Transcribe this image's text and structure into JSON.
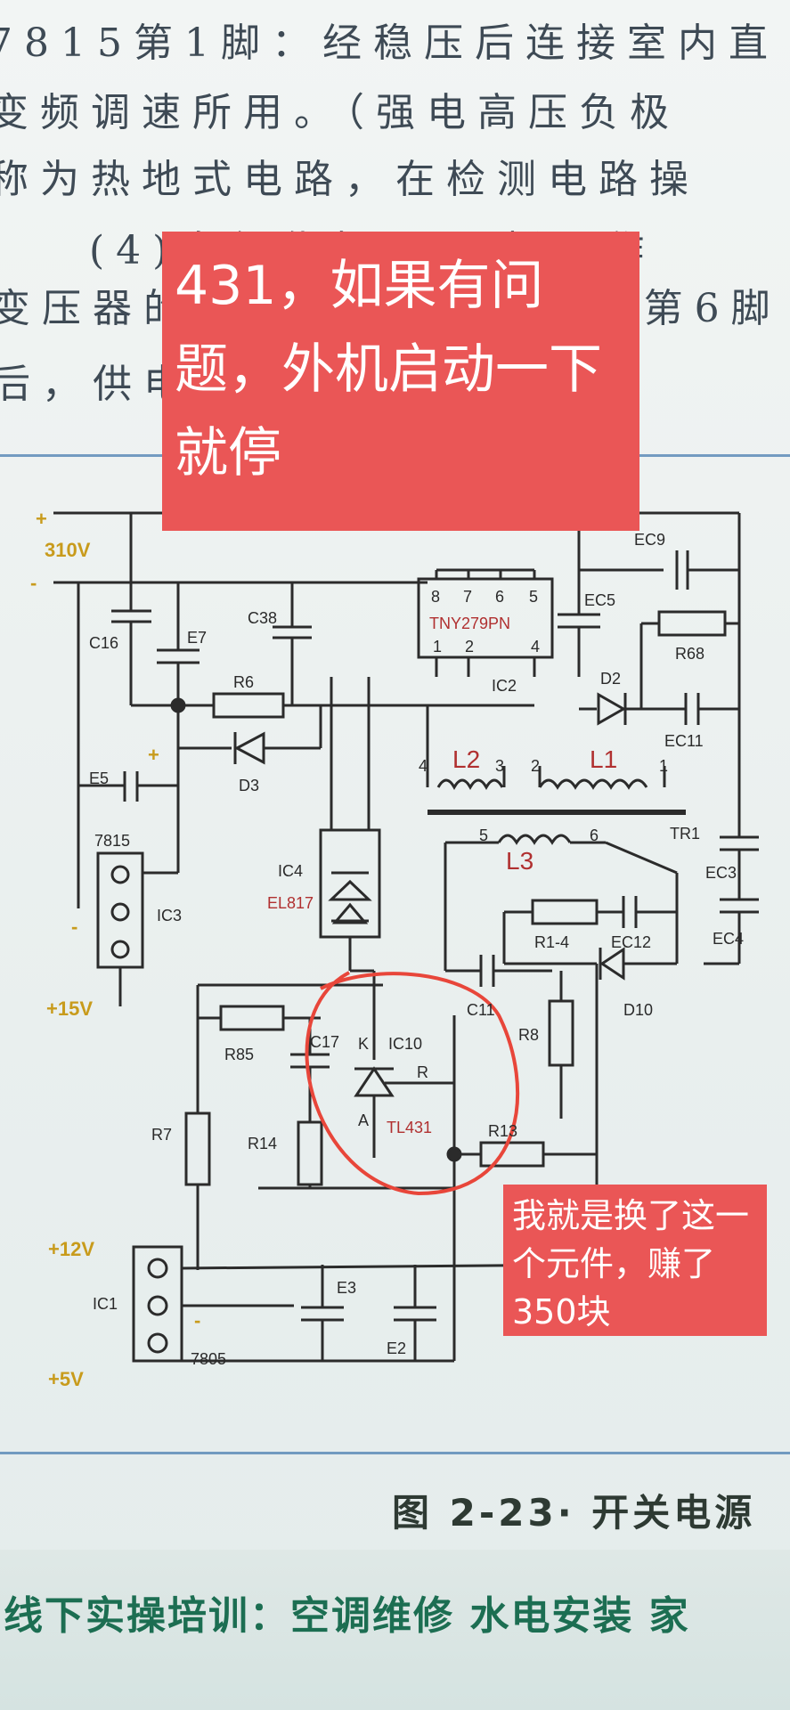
{
  "book_text": {
    "line1": "7815第1脚：经稳压后连接室内直",
    "line2": "变频调速所用。（强电高压负极",
    "line3": "称为热地式电路，在检测电路操",
    "line4": "(4)次级优如T?是板工作",
    "line5": "变压器的4/3脚和4/6脚。由第6脚",
    "line6": "后，供电中的启动器、"
  },
  "annotation_top": {
    "text": "431，如果有问题，外机启动一下就停",
    "color": "#ea5656"
  },
  "annotation_bottom": {
    "text": "我就是换了这一个元件，赚了350块",
    "color": "#ea5656"
  },
  "circuit": {
    "labels": {
      "plus": "+",
      "v310": "310V",
      "minus": "-",
      "c16": "C16",
      "e7": "E7",
      "c38": "C38",
      "r6": "R6",
      "e5": "E5",
      "d3": "D3",
      "ic7815": "7815",
      "ic3": "IC3",
      "v15": "+15V",
      "tny": "TNY279PN",
      "ic2": "IC2",
      "pin8": "8",
      "pin7": "7",
      "pin6": "6",
      "pin5": "5",
      "pin1": "1",
      "pin2": "2",
      "pin4": "4",
      "ec5": "EC5",
      "ec9": "EC9",
      "r68": "R68",
      "d2": "D2",
      "ec11": "EC11",
      "l2": "L2",
      "l1": "L1",
      "l3": "L3",
      "tr1": "TR1",
      "n4": "4",
      "n3": "3",
      "n2": "2",
      "n1": "1",
      "n5": "5",
      "n6": "6",
      "ec3": "EC3",
      "ec4": "EC4",
      "ic4": "IC4",
      "el817": "EL817",
      "r14": "R1-4",
      "ec12": "EC12",
      "d10": "D10",
      "c11": "C11",
      "r8": "R8",
      "r85": "R85",
      "c17": "C17",
      "k": "K",
      "ic10": "IC10",
      "r": "R",
      "a": "A",
      "tl431": "TL431",
      "r13": "R13",
      "r7": "R7",
      "r14b": "R14",
      "v12": "+12V",
      "ic1": "IC1",
      "ic7805": "7805",
      "v5": "+5V",
      "e3": "E3",
      "e2": "E2"
    }
  },
  "figure_caption": "图 2-23· 开关电源",
  "footer": "线下实操培训：空调维修 水电安装 家"
}
